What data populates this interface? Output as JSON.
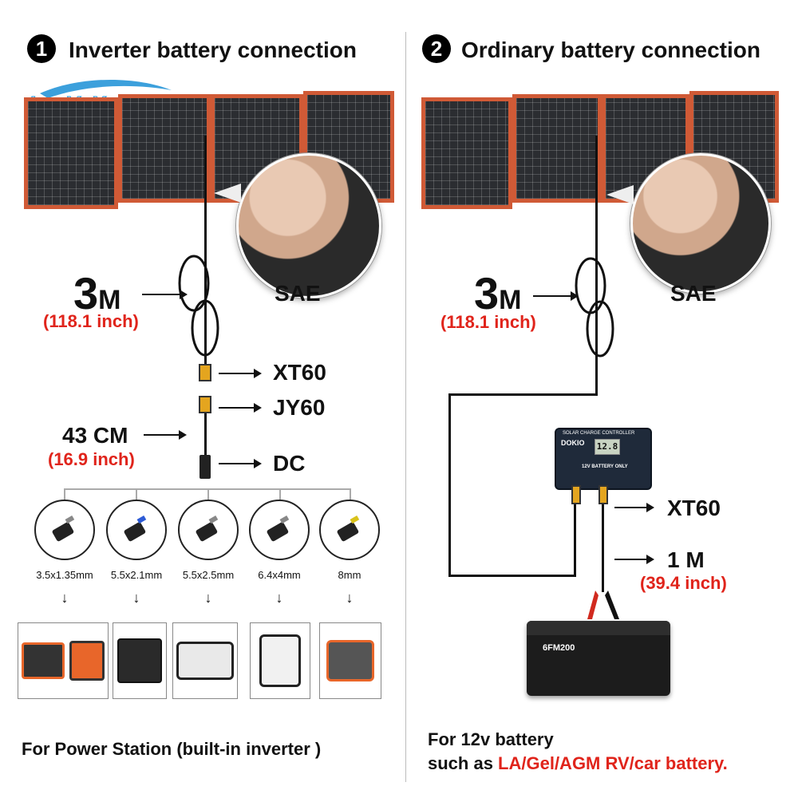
{
  "watermark": "LanYuXuan",
  "left": {
    "badge": "1",
    "title": "Inverter battery connection",
    "cable_length": "3",
    "cable_unit": "M",
    "cable_inch": "(118.1 inch)",
    "connector_label": "SAE",
    "xt60_label": "XT60",
    "jy60_label": "JY60",
    "adapter_length": "43 CM",
    "adapter_inch": "(16.9 inch)",
    "dc_label": "DC",
    "plug_sizes": [
      "3.5x1.35mm",
      "5.5x2.1mm",
      "5.5x2.5mm",
      "6.4x4mm",
      "8mm"
    ],
    "arrow_glyph": "↓",
    "footer": "For Power Station (built-in inverter )"
  },
  "right": {
    "badge": "2",
    "title": "Ordinary battery connection",
    "cable_length": "3",
    "cable_unit": "M",
    "cable_inch": "(118.1 inch)",
    "connector_label": "SAE",
    "controller_brand": "DOKIO",
    "controller_title": "SOLAR CHARGE CONTROLLER",
    "controller_note": "12V BATTERY ONLY",
    "controller_display": "12.8",
    "xt60_label": "XT60",
    "lead_length": "1 M",
    "lead_inch": "(39.4 inch)",
    "battery_brand": "6FM200",
    "footer_line1": "For 12v battery",
    "footer_line2_prefix": "such as ",
    "footer_line2_highlight": "LA/Gel/AGM RV/car battery."
  },
  "colors": {
    "accent_red": "#e0241b",
    "panel_frame": "#d05a36",
    "connector_yellow": "#e4a51f"
  }
}
